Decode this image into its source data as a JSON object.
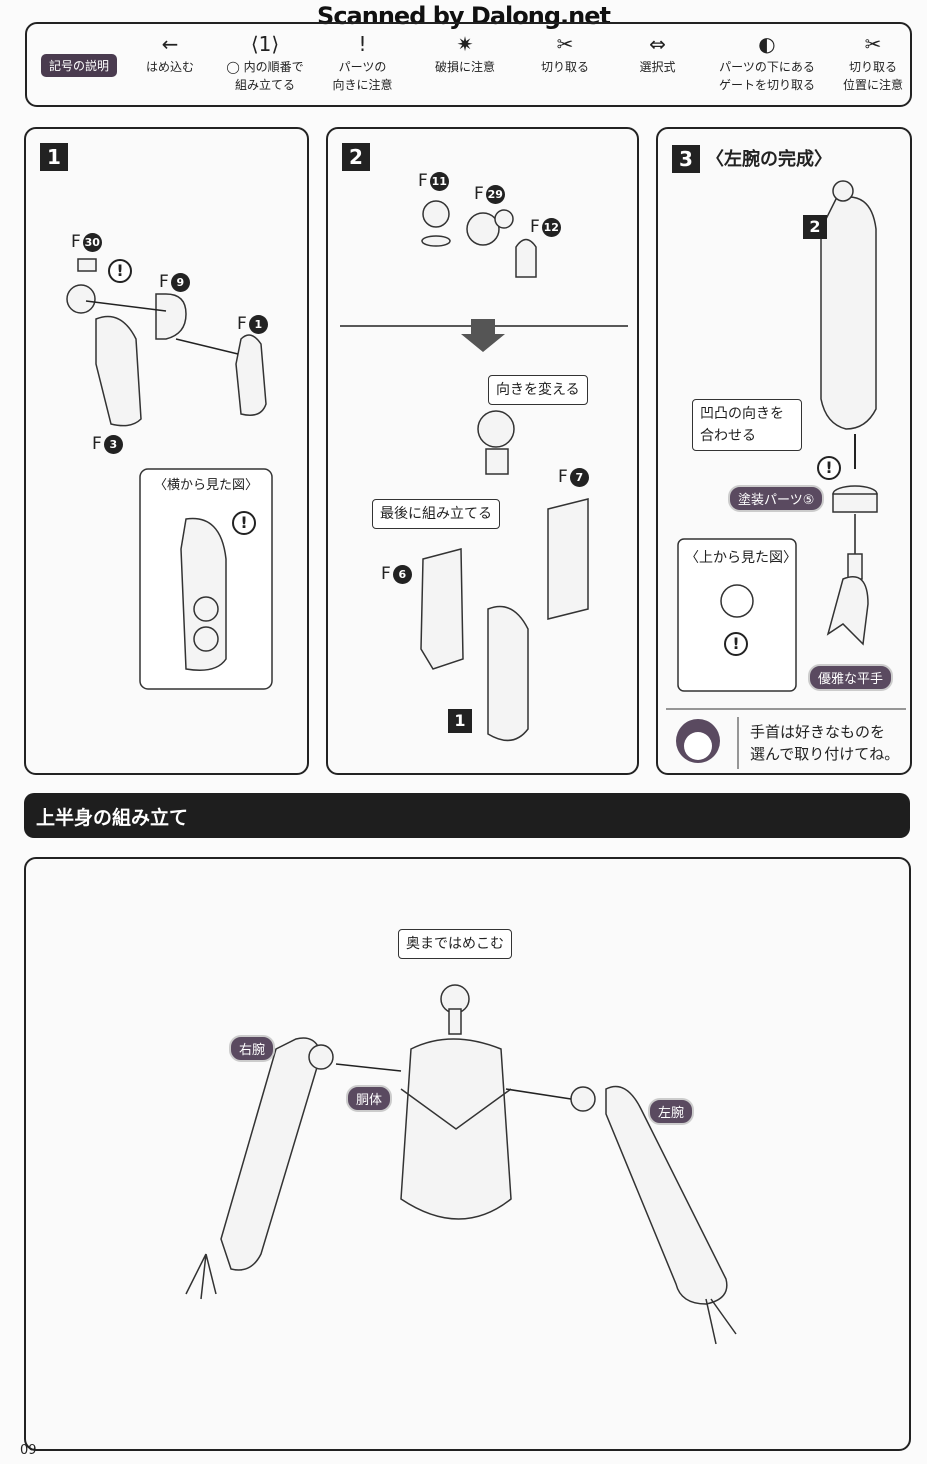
{
  "watermark": "Scanned by Dalong.net",
  "legend": {
    "title": "記号の説明",
    "items": [
      {
        "icon": "arrow-left-icon",
        "glyph": "←",
        "line1": "はめ込む",
        "line2": ""
      },
      {
        "icon": "hexagon-number-icon",
        "glyph": "⟨1⟩",
        "line1": "◯ 内の順番で",
        "line2": "組み立てる"
      },
      {
        "icon": "exclamation-icon",
        "glyph": "!",
        "line1": "パーツの",
        "line2": "向きに注意"
      },
      {
        "icon": "damage-warning-icon",
        "glyph": "✷",
        "line1": "破損に注意",
        "line2": ""
      },
      {
        "icon": "cut-icon",
        "glyph": "✂",
        "line1": "切り取る",
        "line2": ""
      },
      {
        "icon": "choice-arrows-icon",
        "glyph": "⇔",
        "line1": "選択式",
        "line2": ""
      },
      {
        "icon": "under-gate-cut-icon",
        "glyph": "◐",
        "line1": "パーツの下にある",
        "line2": "ゲートを切り取る"
      },
      {
        "icon": "cut-position-icon",
        "glyph": "✂",
        "line1": "切り取る",
        "line2": "位置に注意"
      }
    ]
  },
  "step1": {
    "num": "1",
    "parts": [
      {
        "letter": "F",
        "num": "30"
      },
      {
        "letter": "F",
        "num": "9"
      },
      {
        "letter": "F",
        "num": "1"
      },
      {
        "letter": "F",
        "num": "3"
      }
    ],
    "side_view": "〈横から見た図〉"
  },
  "step2": {
    "num": "2",
    "parts": [
      {
        "letter": "F",
        "num": "11"
      },
      {
        "letter": "F",
        "num": "29"
      },
      {
        "letter": "F",
        "num": "12"
      },
      {
        "letter": "F",
        "num": "7"
      },
      {
        "letter": "F",
        "num": "6"
      }
    ],
    "turn": "向きを変える",
    "last": "最後に組み立てる",
    "ref": "1"
  },
  "step3": {
    "num": "3",
    "title": "〈左腕の完成〉",
    "ref": "2",
    "align": "凹凸の向きを合わせる",
    "painted": "塗装パーツ⑤",
    "top_view": "〈上から見た図〉",
    "hand": "優雅な平手",
    "tip_line1": "手首は好きなものを",
    "tip_line2": "選んで取り付けてね。"
  },
  "section": {
    "title": "上半身の組み立て",
    "push": "奥まではめこむ",
    "right_arm": "右腕",
    "torso": "胴体",
    "left_arm": "左腕"
  },
  "page_number": "09"
}
